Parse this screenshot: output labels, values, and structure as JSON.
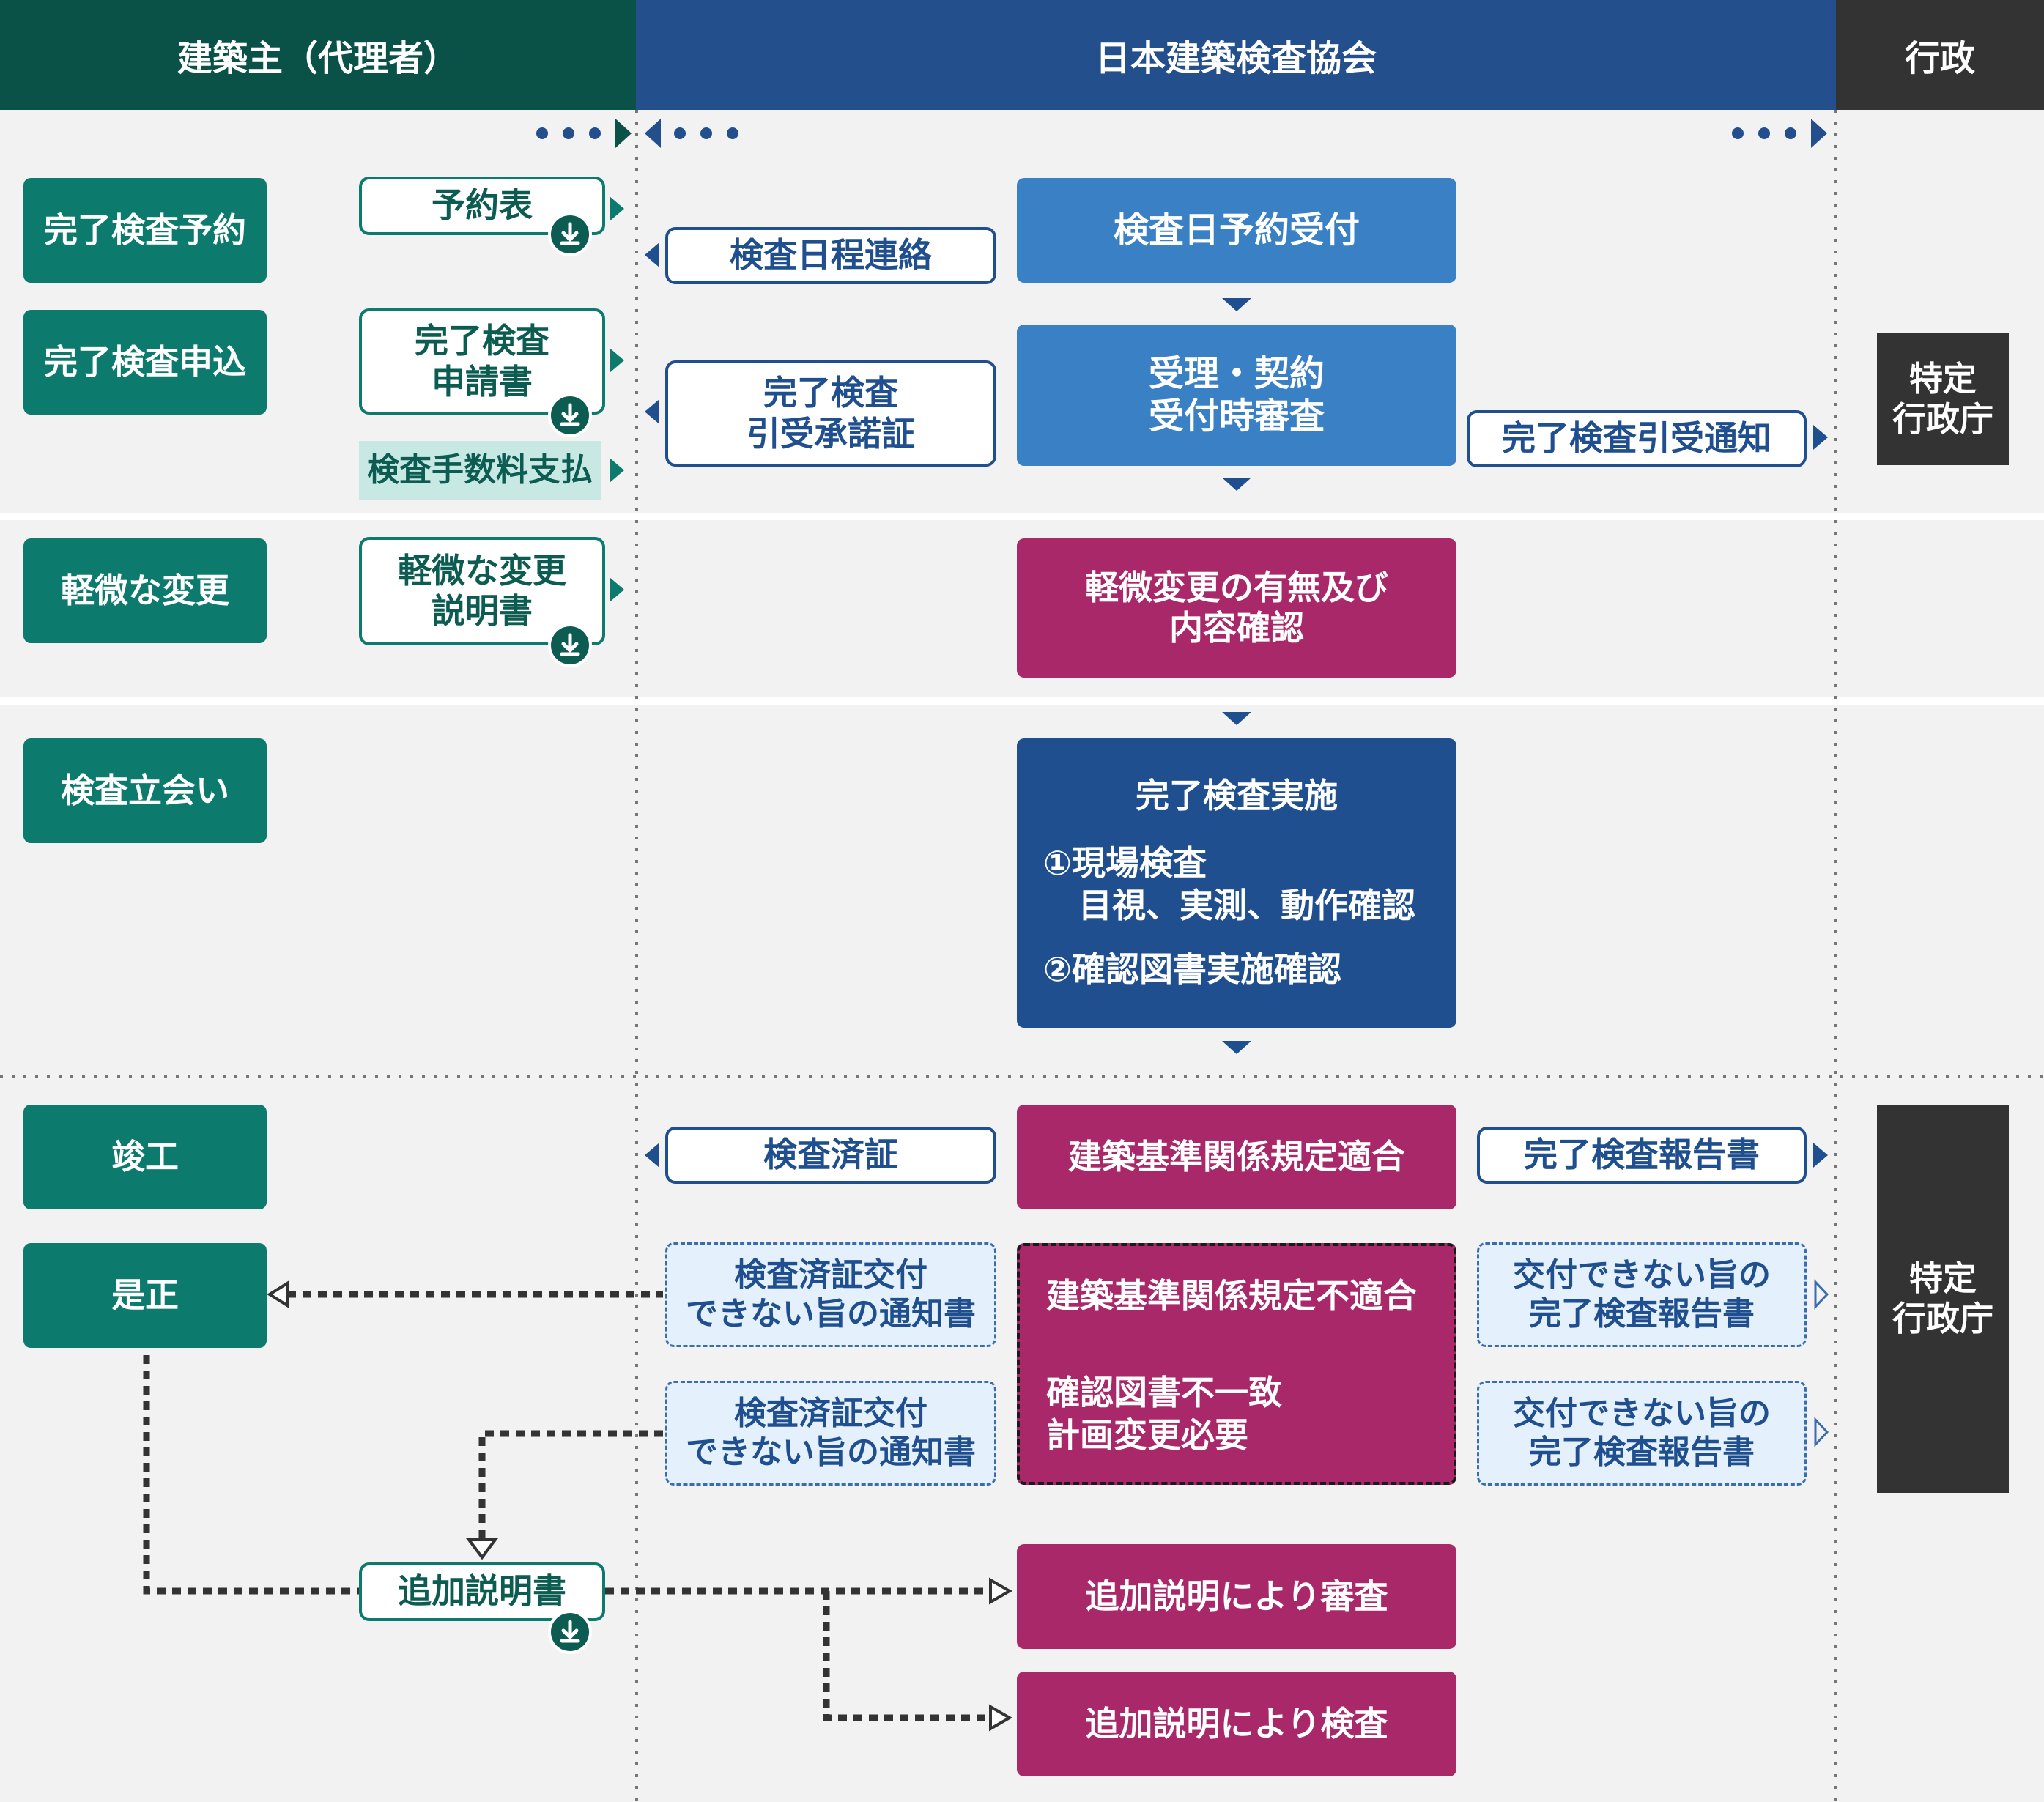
{
  "headers": {
    "owner": "建築主（代理者）",
    "association": "日本建築検査協会",
    "government": "行政"
  },
  "colors": {
    "owner_header": "#0a5247",
    "association_header": "#234f8c",
    "government_header": "#333333",
    "teal": "#0d7a6e",
    "light_blue": "#3a80c4",
    "navy": "#1f4f8e",
    "magenta": "#a8286a"
  },
  "owner_steps": {
    "reservation": "完了検査予約",
    "application": "完了検査申込",
    "minor_change": "軽微な変更",
    "witness": "検査立会い",
    "completion": "竣工",
    "correction": "是正"
  },
  "owner_docs": {
    "reservation_form": "予約表",
    "application_form": "完了検査\n申請書",
    "fee_payment": "検査手数料支払",
    "minor_change_doc": "軽微な変更\n説明書",
    "additional_doc": "追加説明書"
  },
  "association_outputs": {
    "schedule_notice": "検査日程連絡",
    "acceptance_cert": "完了検査\n引受承諾証",
    "certificate": "検査済証",
    "non_issue_notice_1": "検査済証交付\nできない旨の通知書",
    "non_issue_notice_2": "検査済証交付\nできない旨の通知書"
  },
  "association_process": {
    "reservation_accept": "検査日予約受付",
    "contract": "受理・契約\n受付時審査",
    "minor_change_check": "軽微変更の有無及び\n内容確認",
    "inspection_title": "完了検査実施",
    "inspection_item1": "①現場検査",
    "inspection_item1_detail": "目視、実測、動作確認",
    "inspection_item2": "②確認図書実施確認",
    "conform": "建築基準関係規定適合",
    "nonconform_1": "建築基準関係規定不適合",
    "nonconform_2": "確認図書不一致\n計画変更必要",
    "review_additional": "追加説明により審査",
    "inspect_additional": "追加説明により検査"
  },
  "to_government": {
    "acceptance_notice": "完了検査引受通知",
    "report": "完了検査報告書",
    "non_issue_report_1": "交付できない旨の\n完了検査報告書",
    "non_issue_report_2": "交付できない旨の\n完了検査報告書"
  },
  "government": {
    "agency_1": "特定\n行政庁",
    "agency_2": "特定\n行政庁"
  },
  "icons": [
    "download-icon",
    "arrow-right-icon",
    "arrow-left-icon",
    "arrow-down-icon"
  ]
}
